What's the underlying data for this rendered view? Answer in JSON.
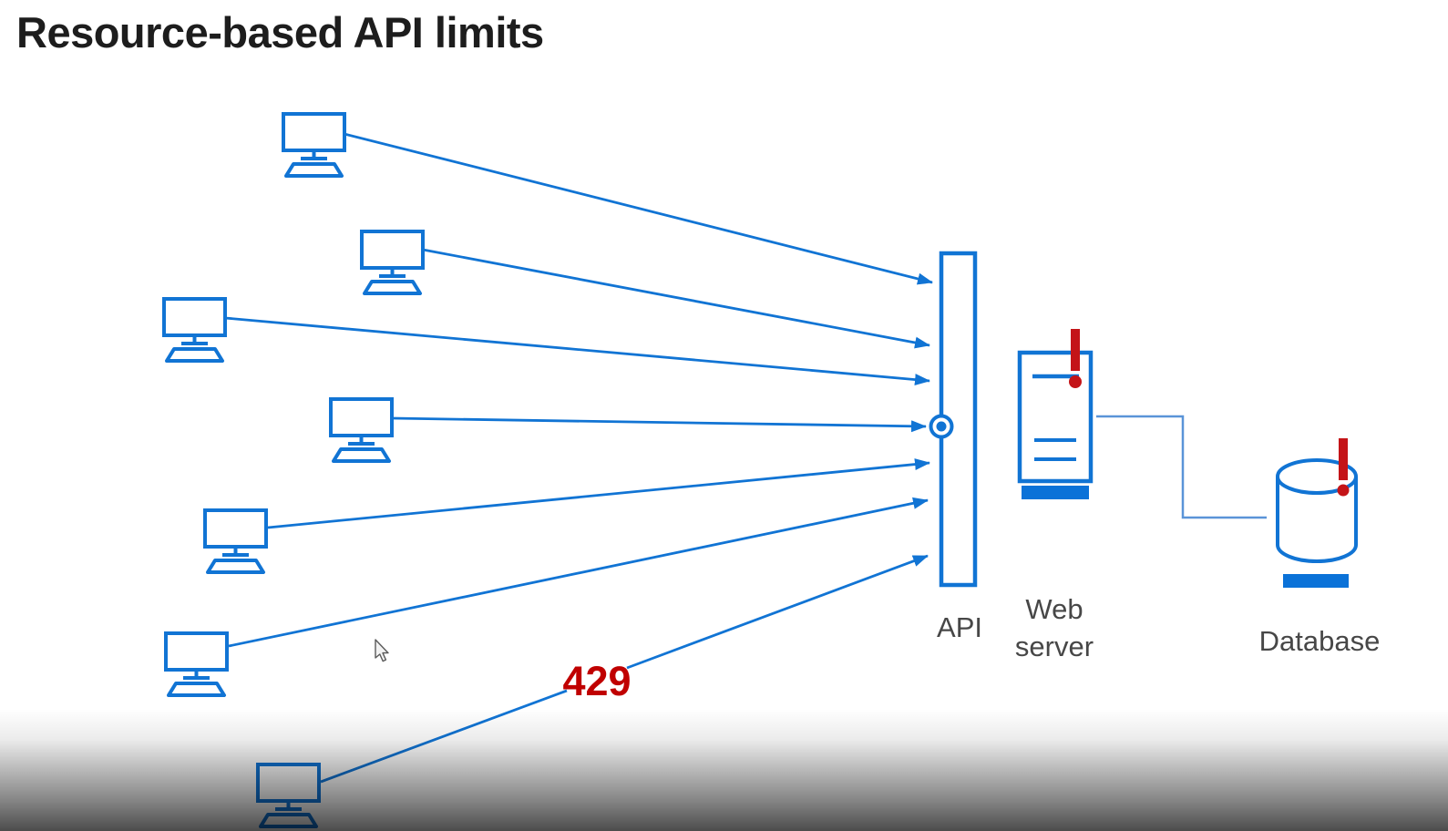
{
  "title": "Resource-based API limits",
  "labels": {
    "api": "API",
    "web_server": [
      "Web",
      "server"
    ],
    "database": "Database",
    "status_code": "429"
  },
  "colors": {
    "accent_blue": "#1174d4",
    "fill_blue": "#0b72d8",
    "connector_blue": "#5a94d8",
    "error_red": "#c41418",
    "status_red": "#c00000",
    "label_gray": "#474747",
    "title_dark": "#1d1d1d"
  },
  "icons": {
    "client": "desktop-computer-icon",
    "api": "api-gateway-bar-icon",
    "throttle_point": "throttle-target-circle-icon",
    "web_server": "web-server-icon",
    "database": "database-cylinder-icon",
    "warning": "error-exclamation-icon",
    "cursor": "mouse-cursor-icon"
  },
  "diagram": {
    "client_count": 7,
    "request_arrow_count": 7,
    "throttled_response_code": "429",
    "nodes": [
      "clients",
      "API",
      "Web server",
      "Database"
    ],
    "overloaded_nodes": [
      "Web server",
      "Database"
    ]
  }
}
